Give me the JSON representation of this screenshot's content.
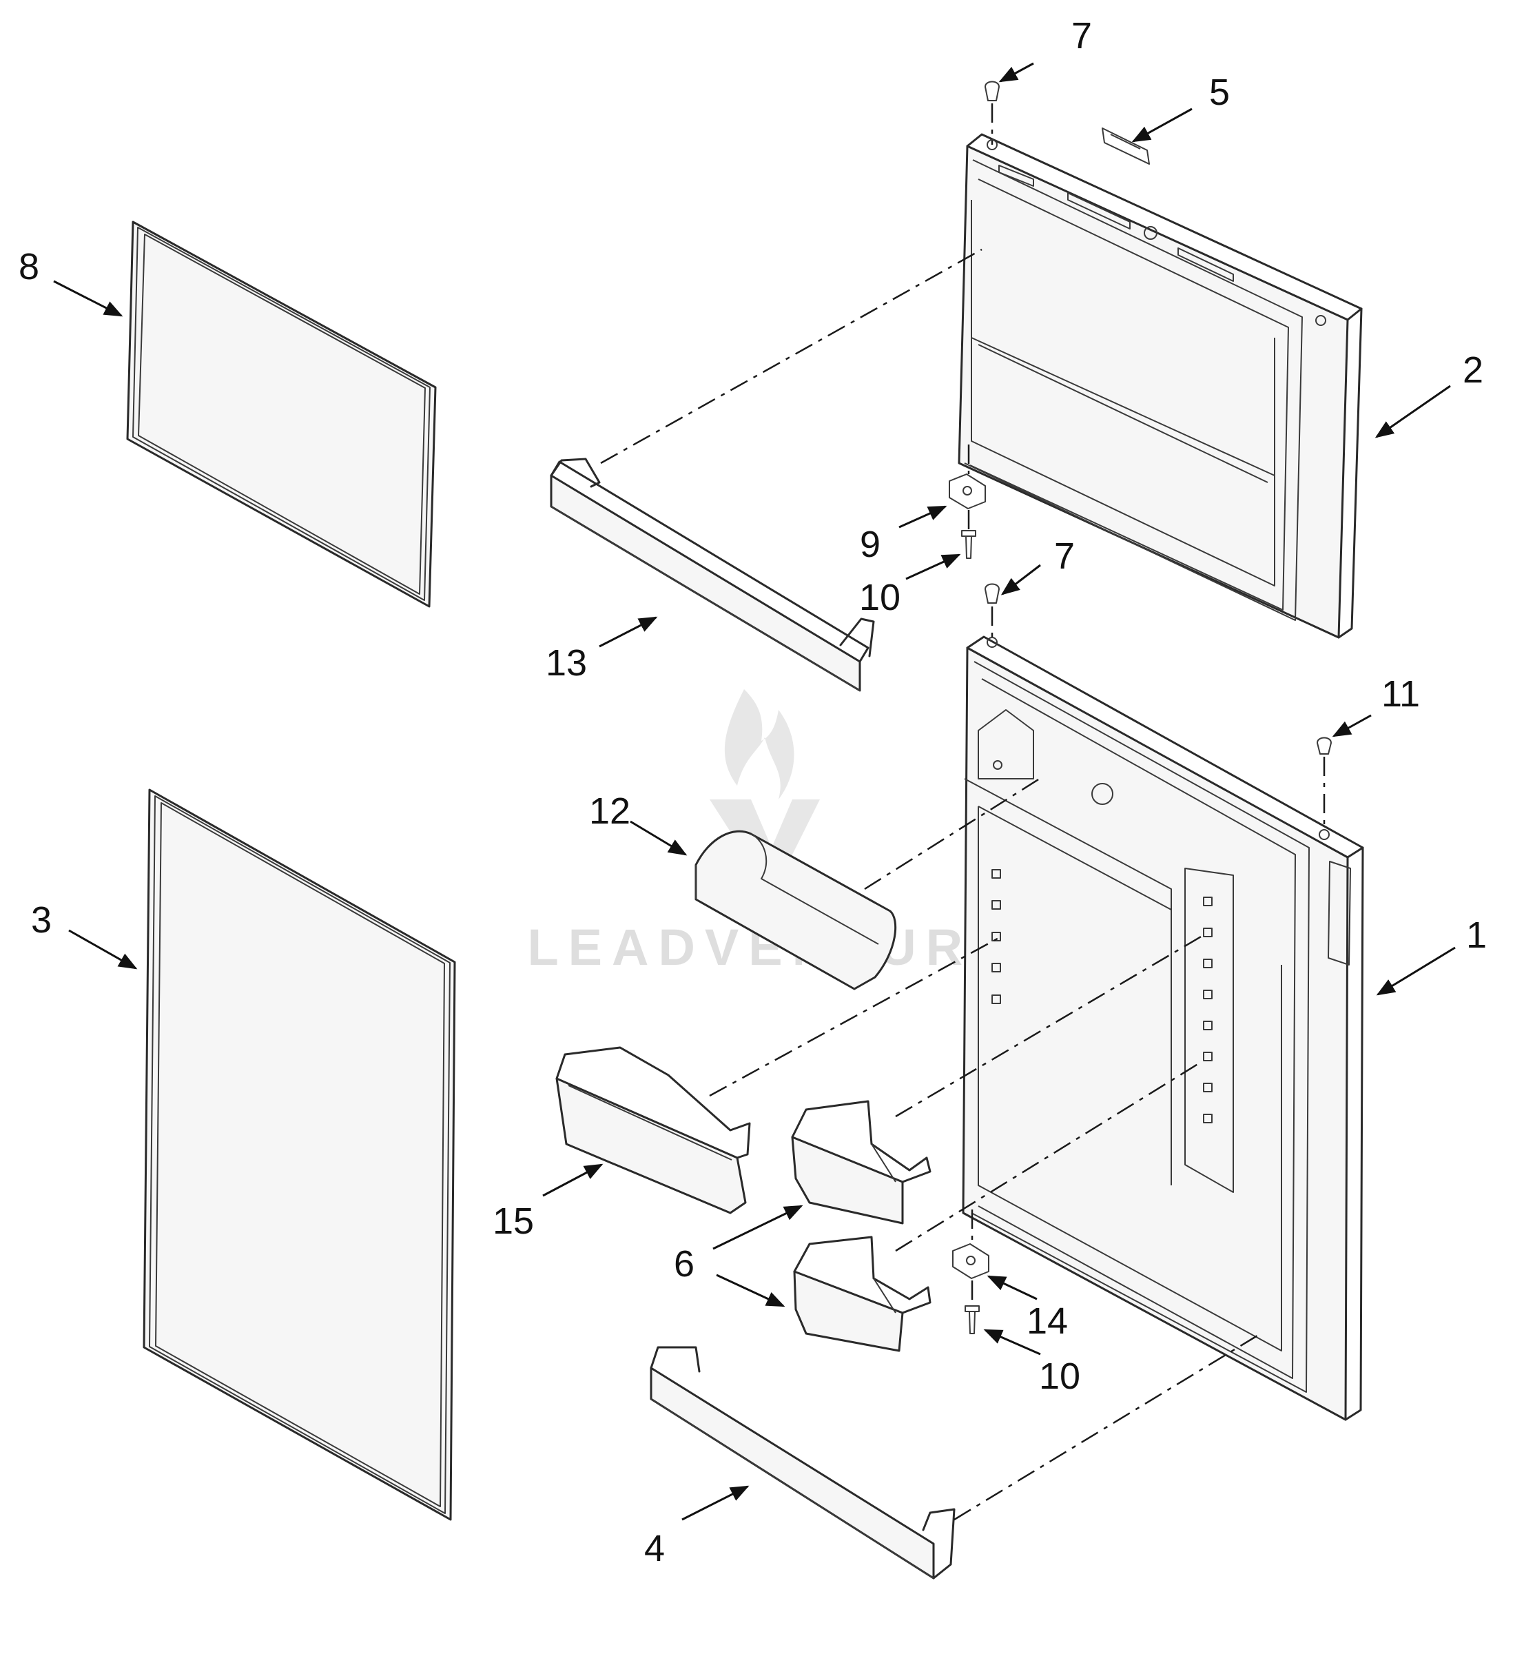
{
  "watermark": "LEADVENTURE",
  "callouts": [
    {
      "id": "c7a",
      "text": "7"
    },
    {
      "id": "c5",
      "text": "5"
    },
    {
      "id": "c8",
      "text": "8"
    },
    {
      "id": "c2",
      "text": "2"
    },
    {
      "id": "c9",
      "text": "9"
    },
    {
      "id": "c10a",
      "text": "10"
    },
    {
      "id": "c7b",
      "text": "7"
    },
    {
      "id": "c13",
      "text": "13"
    },
    {
      "id": "c11",
      "text": "11"
    },
    {
      "id": "c12",
      "text": "12"
    },
    {
      "id": "c3",
      "text": "3"
    },
    {
      "id": "c1",
      "text": "1"
    },
    {
      "id": "c15",
      "text": "15"
    },
    {
      "id": "c6",
      "text": "6"
    },
    {
      "id": "c14",
      "text": "14"
    },
    {
      "id": "c10b",
      "text": "10"
    },
    {
      "id": "c4",
      "text": "4"
    }
  ]
}
